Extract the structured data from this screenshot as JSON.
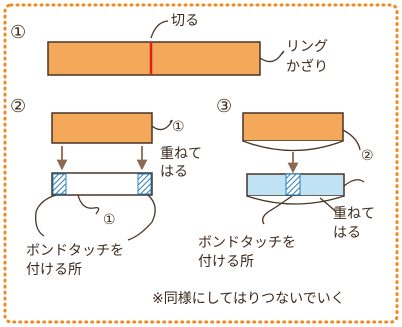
{
  "steps": {
    "s1": {
      "num": "①",
      "cut": "切る",
      "ring_line1": "リング",
      "ring_line2": "かざり"
    },
    "s2": {
      "num": "②",
      "ref1": "①",
      "overlap_line1": "重ねて",
      "overlap_line2": "はる",
      "ref_inner": "①",
      "bond_line1": "ボンドタッチを",
      "bond_line2": "付ける所"
    },
    "s3": {
      "num": "③",
      "ref2": "②",
      "overlap_line1": "重ねて",
      "overlap_line2": "はる",
      "bond_line1": "ボンドタッチを",
      "bond_line2": "付ける所"
    }
  },
  "note": "※同様にしてはりつないでいく",
  "colors": {
    "border": "#f08a1e",
    "strip": "#f4a85a",
    "outline": "#4a3426",
    "cut_line": "#e02020",
    "blue_fill": "#bfe3f5",
    "hatch": "#2a7fc0",
    "arrow": "#8a6a50"
  }
}
